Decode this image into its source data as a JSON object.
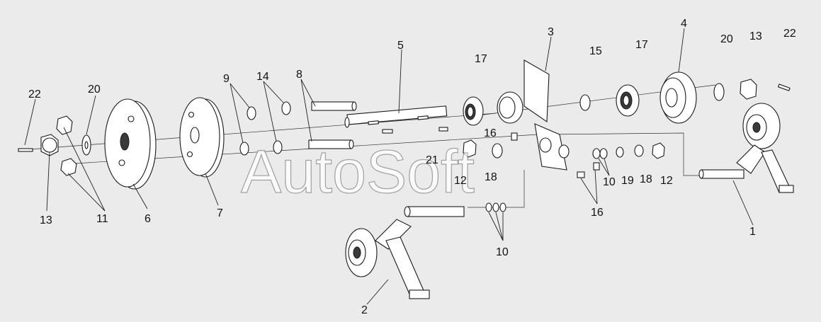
{
  "watermark": "AutoSoft",
  "callouts": {
    "c1": "1",
    "c2": "2",
    "c3": "3",
    "c4": "4",
    "c5": "5",
    "c6": "6",
    "c7": "7",
    "c8": "8",
    "c9": "9",
    "c10a": "10",
    "c10b": "10",
    "c11": "11",
    "c12a": "12",
    "c12b": "12",
    "c13a": "13",
    "c13b": "13",
    "c14": "14",
    "c15": "15",
    "c16a": "16",
    "c16b": "16",
    "c17a": "17",
    "c17b": "17",
    "c18a": "18",
    "c18b": "18",
    "c19": "19",
    "c20a": "20",
    "c20b": "20",
    "c21": "21",
    "c22a": "22",
    "c22b": "22"
  }
}
